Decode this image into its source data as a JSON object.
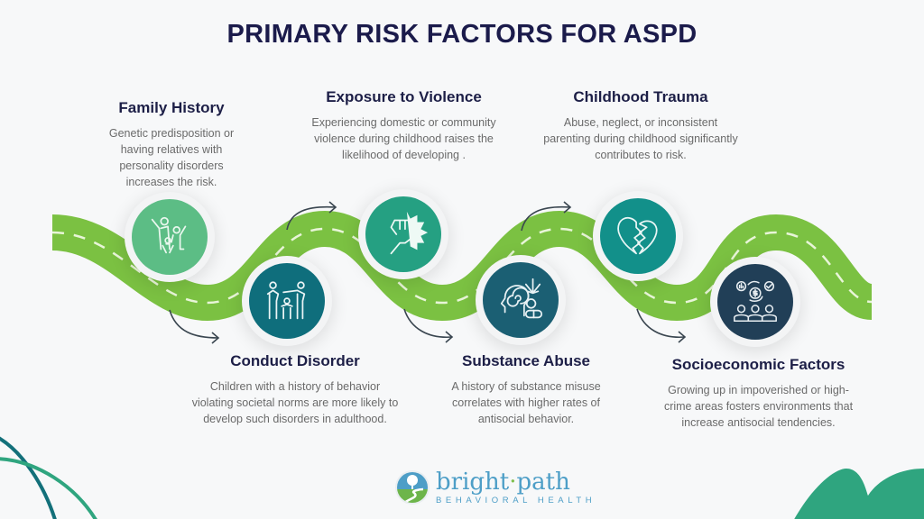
{
  "title": "PRIMARY RISK FACTORS FOR ASPD",
  "factors": [
    {
      "heading": "Family History",
      "text": "Genetic predisposition or having relatives with personality disorders increases the risk.",
      "icon": "family-icon",
      "color": "#5cbd85"
    },
    {
      "heading": "Conduct Disorder",
      "text": "Children with a history of behavior violating societal norms are more likely to develop such disorders in adulthood.",
      "icon": "scolding-parent-icon",
      "color": "#0f6e7c"
    },
    {
      "heading": "Exposure to Violence",
      "text": "Experiencing domestic or community violence during childhood raises the likelihood of developing .",
      "icon": "fist-punch-icon",
      "color": "#25a082"
    },
    {
      "heading": "Substance Abuse",
      "text": "A history of substance misuse correlates with higher rates of antisocial behavior.",
      "icon": "head-drugs-icon",
      "color": "#1b5f73"
    },
    {
      "heading": "Childhood Trauma",
      "text": "Abuse, neglect, or inconsistent parenting during childhood significantly contributes to risk.",
      "icon": "broken-heart-icon",
      "color": "#12908a"
    },
    {
      "heading": "Socioeconomic Factors",
      "text": "Growing up in impoverished or high-crime areas fosters environments that increase antisocial tendencies.",
      "icon": "economy-people-icon",
      "color": "#213f57"
    }
  ],
  "colors": {
    "road": "#7bc142",
    "road_dash": "#e8f5d8",
    "title": "#1b1b4b",
    "heading": "#1d1f47",
    "body_text": "#6a6a6a",
    "arrow": "#3a4650",
    "background": "#f7f8f9",
    "decor_green": "#2fa57f",
    "decor_teal": "#13707a"
  },
  "logo": {
    "name_part1": "bright",
    "separator": "·",
    "name_part2": "path",
    "subtitle": "BEHAVIORAL HEALTH"
  }
}
